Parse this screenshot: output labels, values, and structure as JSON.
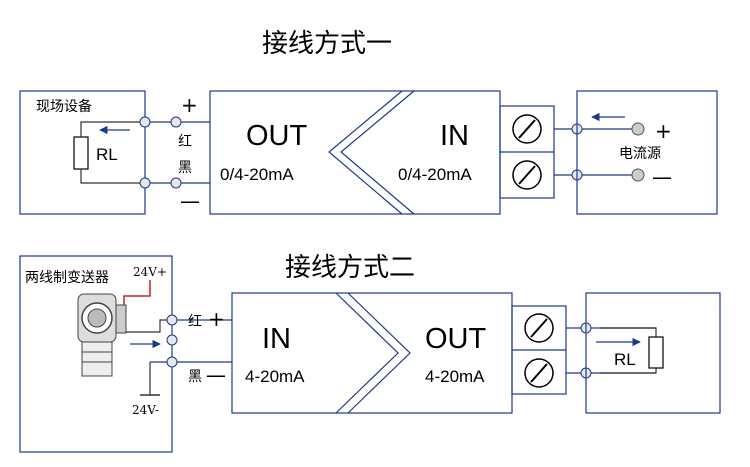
{
  "title1": "接线方式一",
  "title2": "接线方式二",
  "d1": {
    "field_device": "现场设备",
    "rl": "RL",
    "plus": "+",
    "minus": "—",
    "red": "红",
    "black": "黑",
    "out_label": "OUT",
    "out_range": "0/4-20mA",
    "in_label": "IN",
    "in_range": "0/4-20mA",
    "source": "电流源",
    "src_plus": "+",
    "src_minus": "—"
  },
  "d2": {
    "transmitter": "两线制变送器",
    "v_plus": "24V+",
    "v_minus": "24V-",
    "red": "红",
    "black": "黑",
    "plus": "+",
    "minus": "—",
    "in_label": "IN",
    "in_range": "4-20mA",
    "out_label": "OUT",
    "out_range": "4-20mA",
    "rl": "RL"
  },
  "colors": {
    "line": "#1a3a8a",
    "red_wire": "#d02020",
    "terminal": "#e8e8e8"
  }
}
